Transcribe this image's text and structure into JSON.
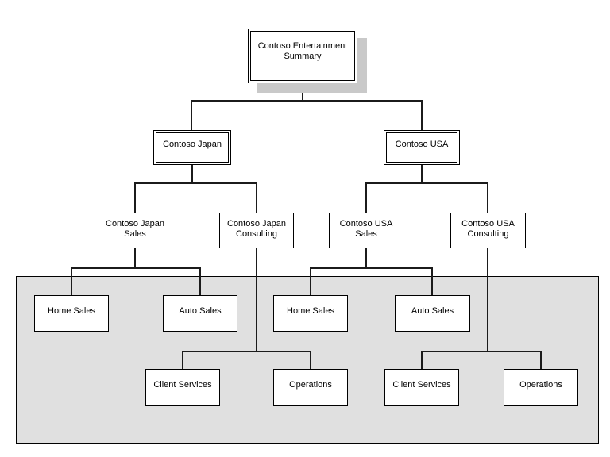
{
  "colors": {
    "background": "#ffffff",
    "panel_fill": "#e0e0e0",
    "panel_border": "#000000",
    "box_fill": "#ffffff",
    "box_border": "#000000",
    "connector": "#1b1b1b",
    "root_shadow": "#c9c9c9"
  },
  "nodes": [
    {
      "id": "summary",
      "label": "Contoso Entertainment Summary",
      "parent": null
    },
    {
      "id": "japan",
      "label": "Contoso Japan",
      "parent": "summary"
    },
    {
      "id": "usa",
      "label": "Contoso USA",
      "parent": "summary"
    },
    {
      "id": "japan-sales",
      "label": "Contoso Japan Sales",
      "parent": "japan"
    },
    {
      "id": "japan-consulting",
      "label": "Contoso Japan Consulting",
      "parent": "japan"
    },
    {
      "id": "usa-sales",
      "label": "Contoso USA Sales",
      "parent": "usa"
    },
    {
      "id": "usa-consulting",
      "label": "Contoso USA Consulting",
      "parent": "usa"
    },
    {
      "id": "japan-home-sales",
      "label": "Home Sales",
      "parent": "japan-sales"
    },
    {
      "id": "japan-auto-sales",
      "label": "Auto Sales",
      "parent": "japan-sales"
    },
    {
      "id": "usa-home-sales",
      "label": "Home Sales",
      "parent": "usa-sales"
    },
    {
      "id": "usa-auto-sales",
      "label": "Auto Sales",
      "parent": "usa-sales"
    },
    {
      "id": "japan-client-services",
      "label": "Client Services",
      "parent": "japan-consulting"
    },
    {
      "id": "japan-operations",
      "label": "Operations",
      "parent": "japan-consulting"
    },
    {
      "id": "usa-client-services",
      "label": "Client Services",
      "parent": "usa-consulting"
    },
    {
      "id": "usa-operations",
      "label": "Operations",
      "parent": "usa-consulting"
    }
  ]
}
